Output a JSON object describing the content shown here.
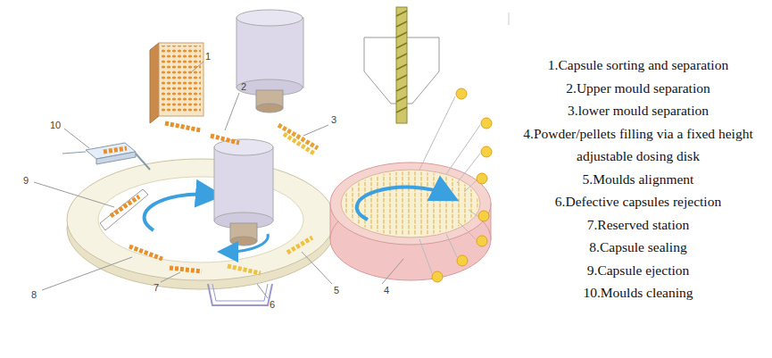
{
  "diagram": {
    "labels": [
      "1",
      "2",
      "3",
      "4",
      "5",
      "6",
      "7",
      "8",
      "9",
      "10",
      "1.Capsule sorting and separation",
      "2.Upper mould separation",
      "3.lower mould separation",
      "4.Powder/pellets filling via a fixed height adjustable dosing disk",
      "5.Moulds alignment",
      "6.Defective capsules rejection",
      "7.Reserved station",
      "8.Capsule sealing",
      "9.Capsule ejection",
      "10.Moulds cleaning"
    ]
  }
}
